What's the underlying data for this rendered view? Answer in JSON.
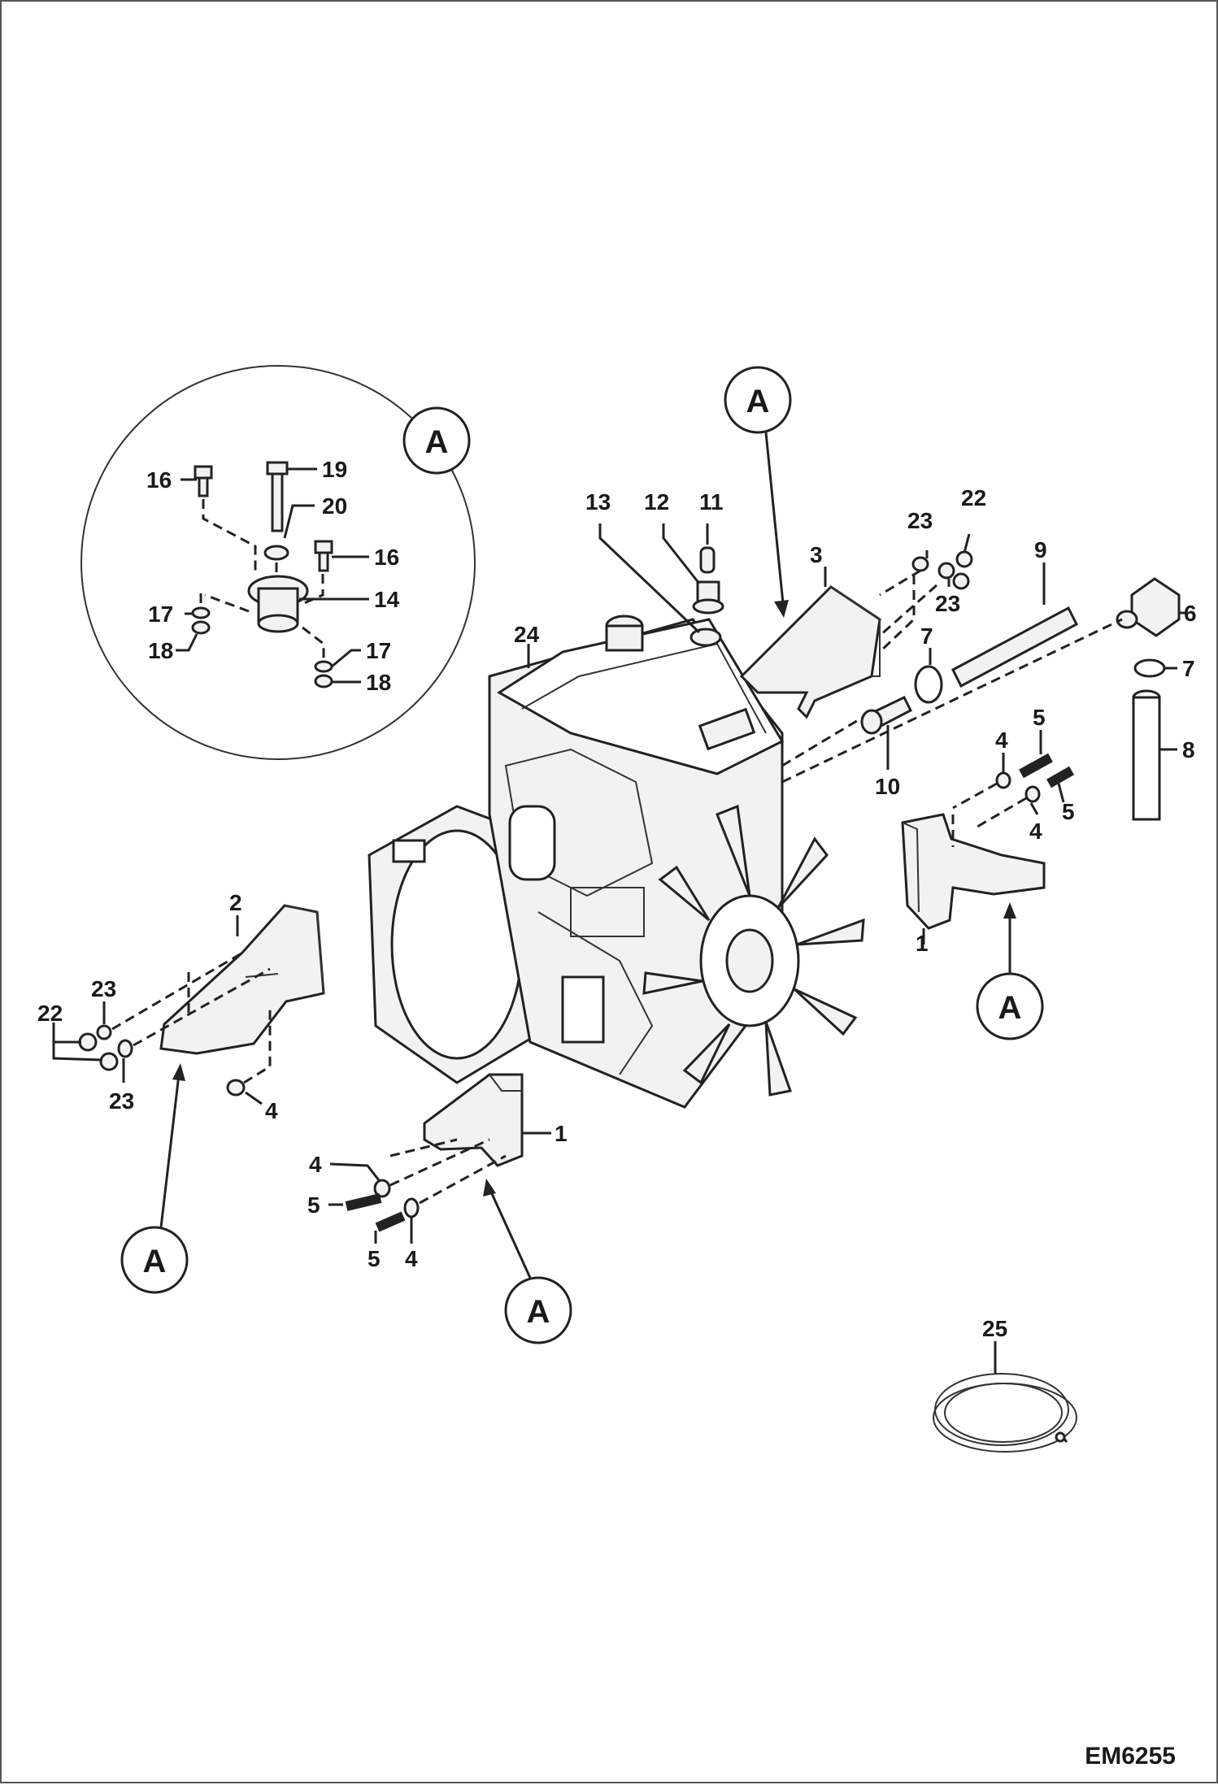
{
  "drawing_code": "EM6255",
  "detail_ref": "A",
  "callouts": {
    "c1a": "1",
    "c1b": "1",
    "c2": "2",
    "c3": "3",
    "c4a": "4",
    "c4b": "4",
    "c4c": "4",
    "c4d": "4",
    "c5a": "5",
    "c5b": "5",
    "c5c": "5",
    "c5d": "5",
    "c6": "6",
    "c7a": "7",
    "c7b": "7",
    "c8": "8",
    "c9": "9",
    "c10": "10",
    "c11": "11",
    "c12": "12",
    "c13": "13",
    "c14": "14",
    "c16a": "16",
    "c16b": "16",
    "c17a": "17",
    "c17b": "17",
    "c18a": "18",
    "c18b": "18",
    "c19": "19",
    "c20": "20",
    "c22a": "22",
    "c22b": "22",
    "c23a": "23",
    "c23b": "23",
    "c23c": "23",
    "c23d": "23",
    "c24": "24",
    "c25": "25"
  },
  "colors": {
    "ink": "#222222",
    "paper": "#ffffff",
    "fill": "#f2f2f2"
  }
}
